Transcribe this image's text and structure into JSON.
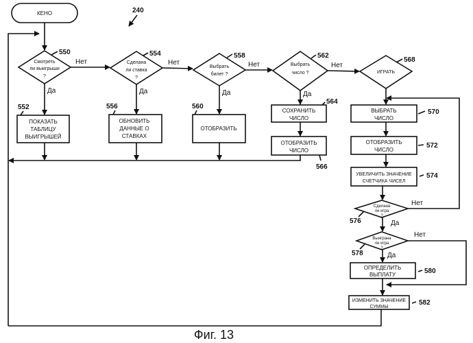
{
  "figure_number": "240",
  "caption": "Фиг. 13",
  "start": {
    "label": "КЕНО"
  },
  "branch_labels": {
    "yes": "Да",
    "no": "Нет"
  },
  "decisions": {
    "d550": {
      "id": "550",
      "lines": [
        "Смотреть",
        "ли выигрыши",
        "?"
      ]
    },
    "d554": {
      "id": "554",
      "lines": [
        "Сделана",
        "ли ставка",
        "?"
      ]
    },
    "d558": {
      "id": "558",
      "lines": [
        "Выбрать",
        "билет ?"
      ]
    },
    "d562": {
      "id": "562",
      "lines": [
        "Выбрать",
        "число ?"
      ]
    },
    "d568": {
      "id": "568",
      "lines": [
        "ИГРАТЬ"
      ]
    },
    "d576": {
      "id": "576",
      "lines": [
        "Сделана",
        "ли игра",
        "?"
      ]
    },
    "d578": {
      "id": "578",
      "lines": [
        "Выиграна",
        "ли игра",
        "?"
      ]
    }
  },
  "processes": {
    "p552": {
      "id": "552",
      "lines": [
        "ПОКАЗАТЬ",
        "ТАБЛИЦУ",
        "ВЫИГРЫШЕЙ"
      ]
    },
    "p556": {
      "id": "556",
      "lines": [
        "ОБНОВИТЬ",
        "ДАННЫЕ О",
        "СТАВКАХ"
      ]
    },
    "p560": {
      "id": "560",
      "lines": [
        "ОТОБРАЗИТЬ"
      ]
    },
    "p564": {
      "id": "564",
      "lines": [
        "СОХРАНИТЬ",
        "ЧИСЛО"
      ]
    },
    "p566": {
      "id": "566",
      "lines": [
        "ОТОБРАЗИТЬ",
        "ЧИСЛО"
      ]
    },
    "p570": {
      "id": "570",
      "lines": [
        "ВЫБРАТЬ",
        "ЧИСЛО"
      ]
    },
    "p572": {
      "id": "572",
      "lines": [
        "ОТОБРАЗИТЬ",
        "ЧИСЛО"
      ]
    },
    "p574": {
      "id": "574",
      "lines": [
        "УВЕЛИЧИТЬ ЗНАЧЕНИЕ",
        "СЧЕТЧИКА ЧИСЕЛ"
      ]
    },
    "p580": {
      "id": "580",
      "lines": [
        "ОПРЕДЕЛИТЬ",
        "ВЫПЛАТУ"
      ]
    },
    "p582": {
      "id": "582",
      "lines": [
        "ИЗМЕНИТЬ ЗНАЧЕНИЕ",
        "СУММЫ"
      ]
    }
  }
}
